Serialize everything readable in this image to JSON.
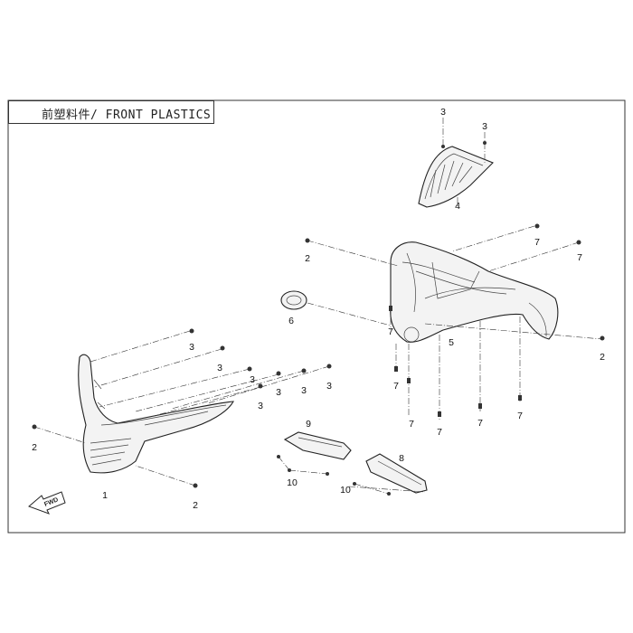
{
  "title": "前塑料件/ FRONT PLASTICS",
  "direction_marker": "FWD",
  "callouts": [
    {
      "id": "c-3-top-a",
      "label": "3"
    },
    {
      "id": "c-3-top-b",
      "label": "3"
    },
    {
      "id": "c-4",
      "label": "4"
    },
    {
      "id": "c-2-top",
      "label": "2"
    },
    {
      "id": "c-7-a",
      "label": "7"
    },
    {
      "id": "c-7-b",
      "label": "7"
    },
    {
      "id": "c-6",
      "label": "6"
    },
    {
      "id": "c-7-c",
      "label": "7"
    },
    {
      "id": "c-5",
      "label": "5"
    },
    {
      "id": "c-2-right",
      "label": "2"
    },
    {
      "id": "c-7-d",
      "label": "7"
    },
    {
      "id": "c-7-e",
      "label": "7"
    },
    {
      "id": "c-7-f",
      "label": "7"
    },
    {
      "id": "c-7-g",
      "label": "7"
    },
    {
      "id": "c-7-h",
      "label": "7"
    },
    {
      "id": "c-3-l1",
      "label": "3"
    },
    {
      "id": "c-3-l2",
      "label": "3"
    },
    {
      "id": "c-3-l3",
      "label": "3"
    },
    {
      "id": "c-3-l4",
      "label": "3"
    },
    {
      "id": "c-3-l5",
      "label": "3"
    },
    {
      "id": "c-3-l6",
      "label": "3"
    },
    {
      "id": "c-3-l7",
      "label": "3"
    },
    {
      "id": "c-2-left",
      "label": "2"
    },
    {
      "id": "c-1",
      "label": "1"
    },
    {
      "id": "c-2-bottom",
      "label": "2"
    },
    {
      "id": "c-9",
      "label": "9"
    },
    {
      "id": "c-10-a",
      "label": "10"
    },
    {
      "id": "c-8",
      "label": "8"
    },
    {
      "id": "c-10-b",
      "label": "10"
    }
  ]
}
